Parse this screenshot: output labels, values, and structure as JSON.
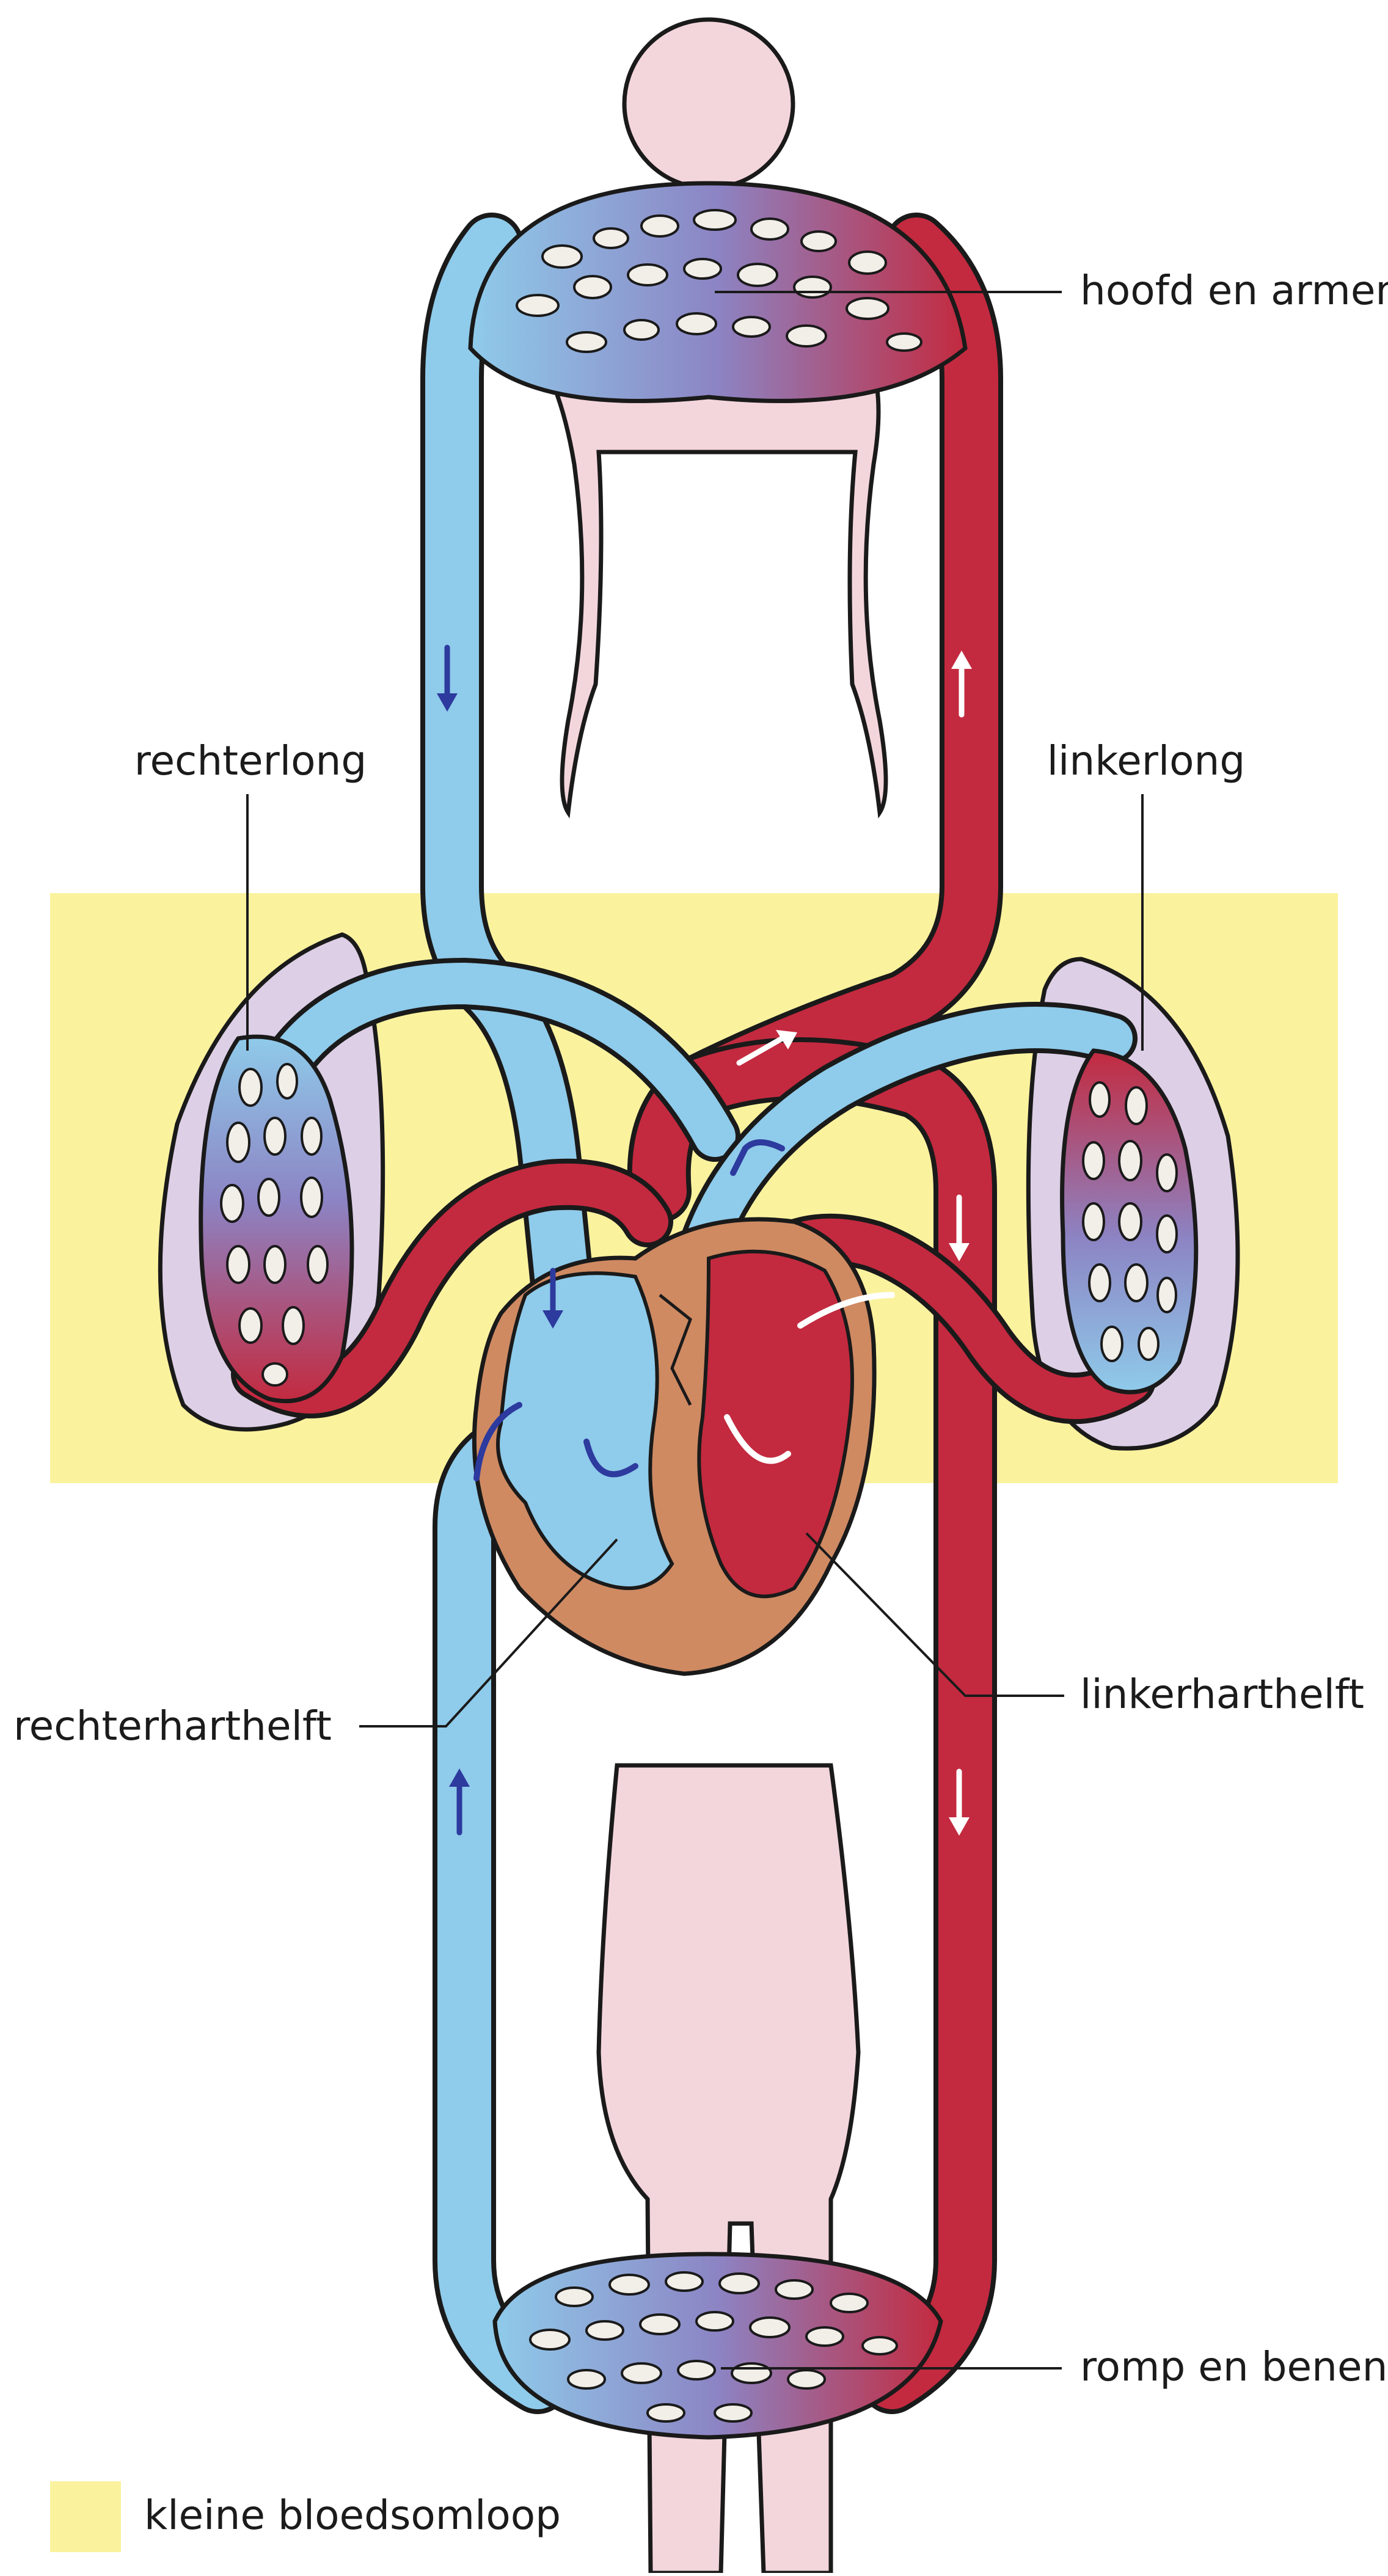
{
  "labels": {
    "head_arms": "hoofd en armen",
    "right_lung": "rechterlong",
    "left_lung": "linkerlong",
    "right_heart": "rechterharthelft",
    "left_heart": "linkerharthelft",
    "trunk_legs": "romp en benen"
  },
  "legend": {
    "pulmonary_label": "kleine bloedsomloop"
  },
  "colors": {
    "oxygen_poor": "#8fcbea",
    "oxygen_rich": "#c32a3f",
    "pulmonary_band": "#fbf29e",
    "body": "#f3d6dc",
    "lung": "#ddcfe6",
    "heart_muscle": "#cf8a62",
    "outline": "#1a1a1a",
    "arrow_blue": "#2d3a9e"
  }
}
